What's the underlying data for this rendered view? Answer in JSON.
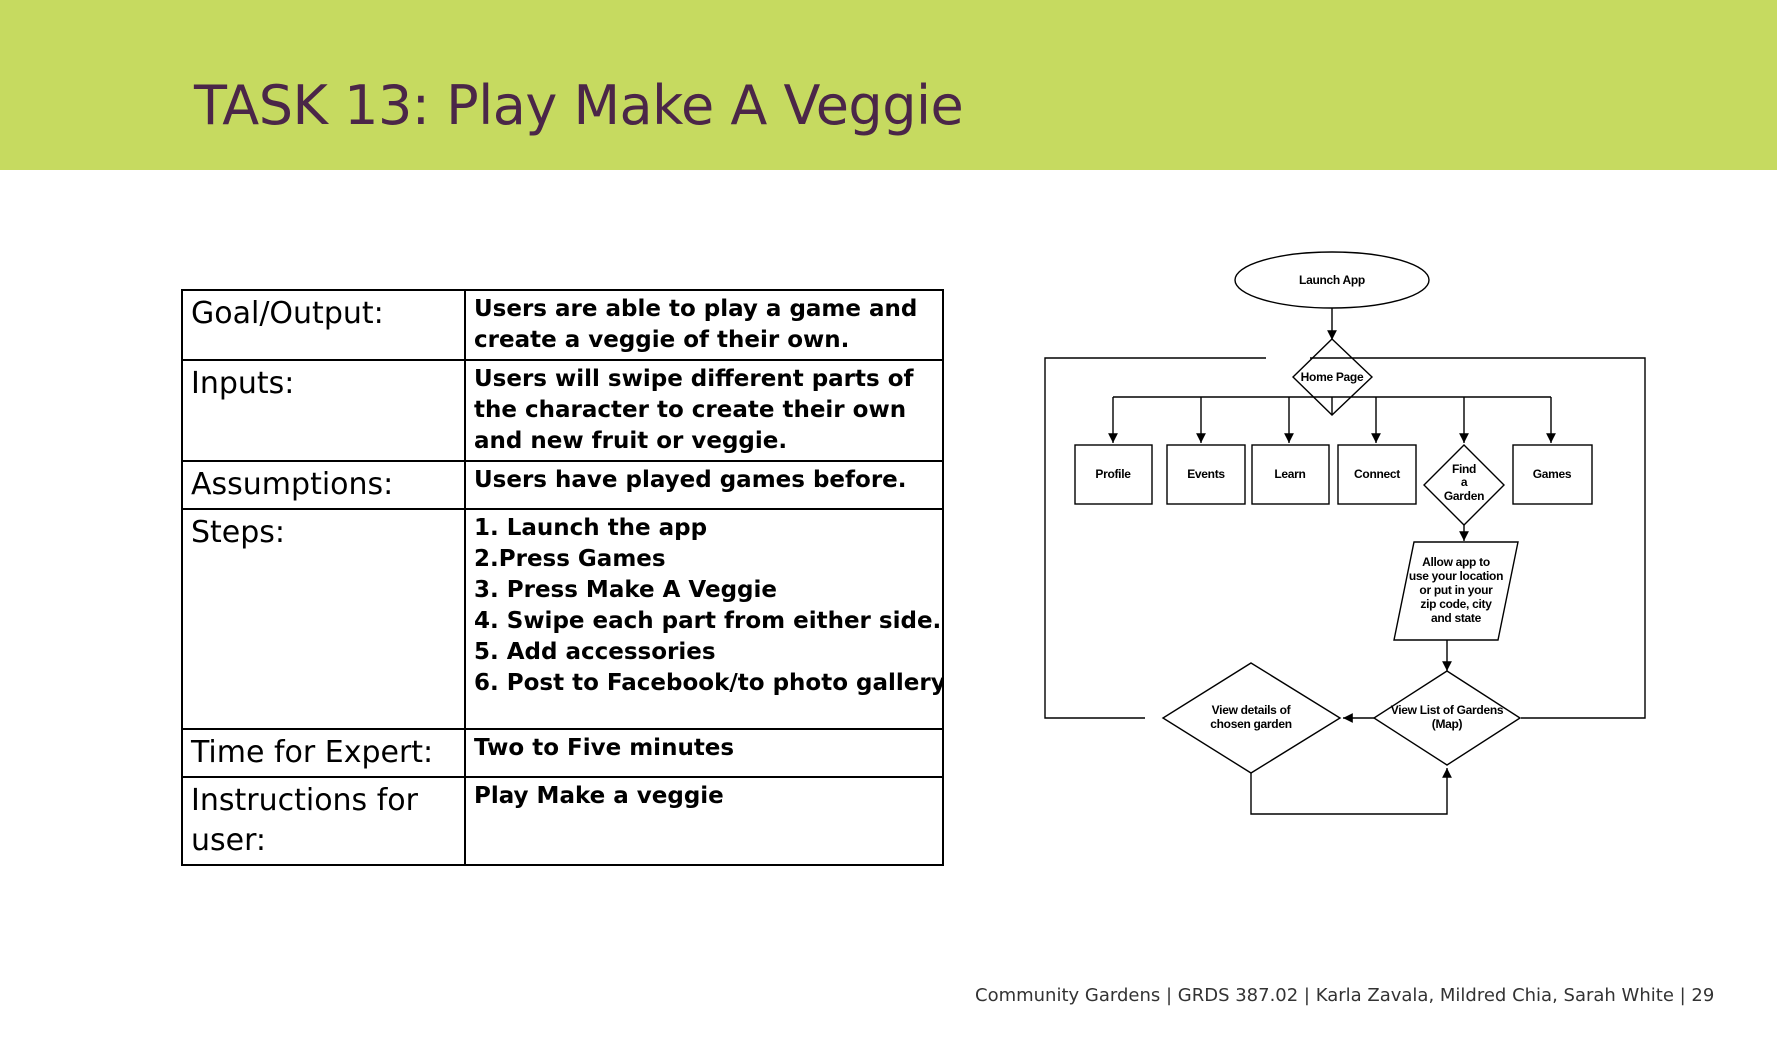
{
  "header": {
    "title": "TASK 13: Play Make A Veggie",
    "background_color": "#c6da60",
    "title_color": "#4b2648"
  },
  "task_table": {
    "rows": [
      {
        "label": "Goal/Output:",
        "value": "Users are able to play a game and create a veggie of their own."
      },
      {
        "label": "Inputs:",
        "value": "Users will swipe different parts of the character to create their own and new fruit or veggie."
      },
      {
        "label": "Assumptions:",
        "value": "Users have played games before."
      },
      {
        "label": "Steps:",
        "steps": [
          "1. Launch the app",
          "2.Press Games",
          "3. Press Make A Veggie",
          "4. Swipe each part from either side.",
          "5. Add accessories",
          "6. Post to Facebook/to photo gallery"
        ]
      },
      {
        "label": "Time for Expert:",
        "value": "Two to Five minutes"
      },
      {
        "label": "Instructions for user:",
        "value": "Play Make a veggie"
      }
    ]
  },
  "flowchart": {
    "launch": "Launch App",
    "home": "Home Page",
    "profile": "Profile",
    "events": "Events",
    "learn": "Learn",
    "connect": "Connect",
    "find": [
      "Find",
      "a",
      "Garden"
    ],
    "games": "Games",
    "allow": [
      "Allow app to",
      "use your location",
      "or put in your",
      "zip code, city",
      "and state"
    ],
    "view_list": [
      "View List of Gardens",
      "(Map)"
    ],
    "view_details": [
      "View details of",
      "chosen garden"
    ]
  },
  "footer": {
    "text": "Community Gardens | GRDS 387.02 | Karla Zavala, Mildred Chia, Sarah White  | 29"
  }
}
